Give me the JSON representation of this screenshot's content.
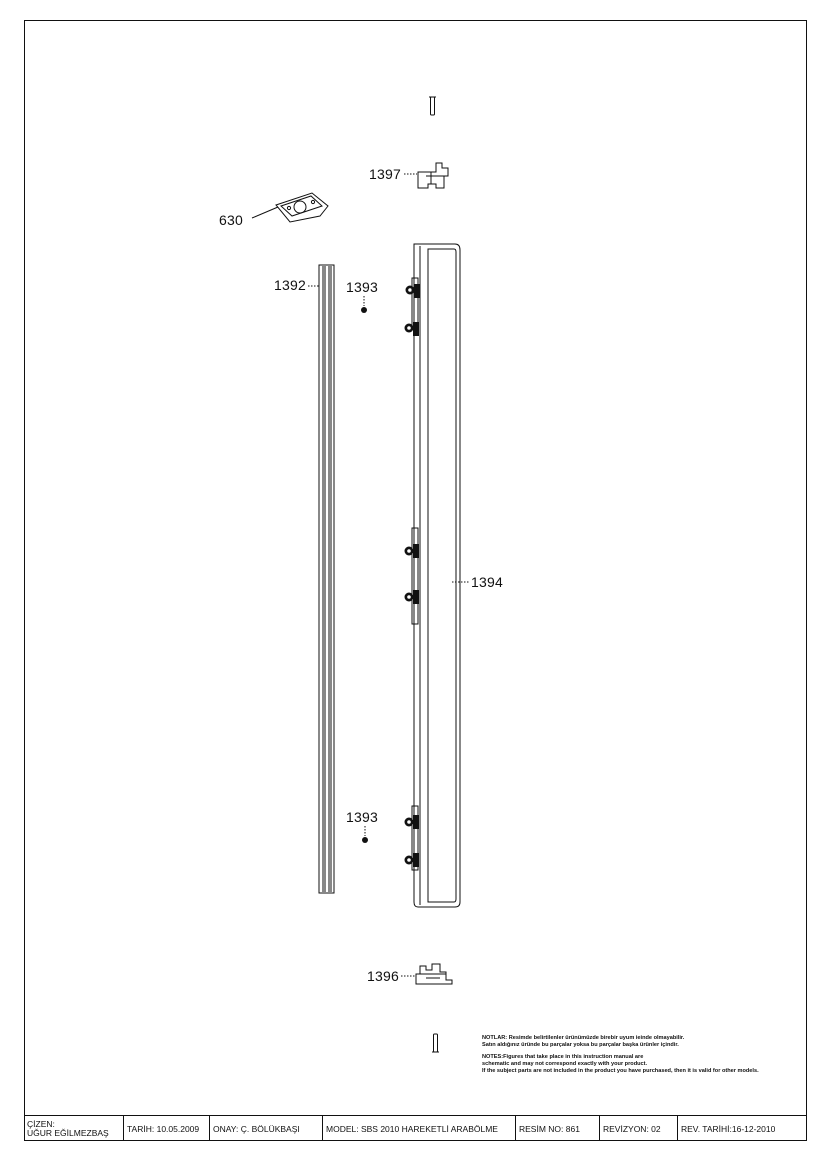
{
  "labels": {
    "p630": "630",
    "p1397": "1397",
    "p1392": "1392",
    "p1393_top": "1393",
    "p1393_bottom": "1393",
    "p1394": "1394",
    "p1396": "1396"
  },
  "notes": {
    "tr_line1": "NOTLAR: Resimde belirtilenler ürünümüzde birebir uyum ieinde olmayabilir.",
    "tr_line2": "Satın aldığınız üründe bu parçalar yoksa bu parçalar başka ürünler içindir.",
    "en_line1": "NOTES:Figures that take place in this instruction manual are",
    "en_line2": "schematic and may not correspond exactly with your product.",
    "en_line3": "If the subject parts are not included in the product you have purchased, then it is valid for other models."
  },
  "titleblock": {
    "cizen_label": "ÇİZEN:",
    "cizen_value": "UĞUR EĞİLMEZBAŞ",
    "tarih": "TARİH: 10.05.2009",
    "onay": "ONAY:   Ç. BÖLÜKBAŞI",
    "model": "MODEL: SBS 2010 HAREKETLİ ARABÖLME",
    "resim": "RESİM NO: 861",
    "revizyon": "REVİZYON: 02",
    "rev_tarihi": "REV. TARİHİ:16-12-2010"
  }
}
